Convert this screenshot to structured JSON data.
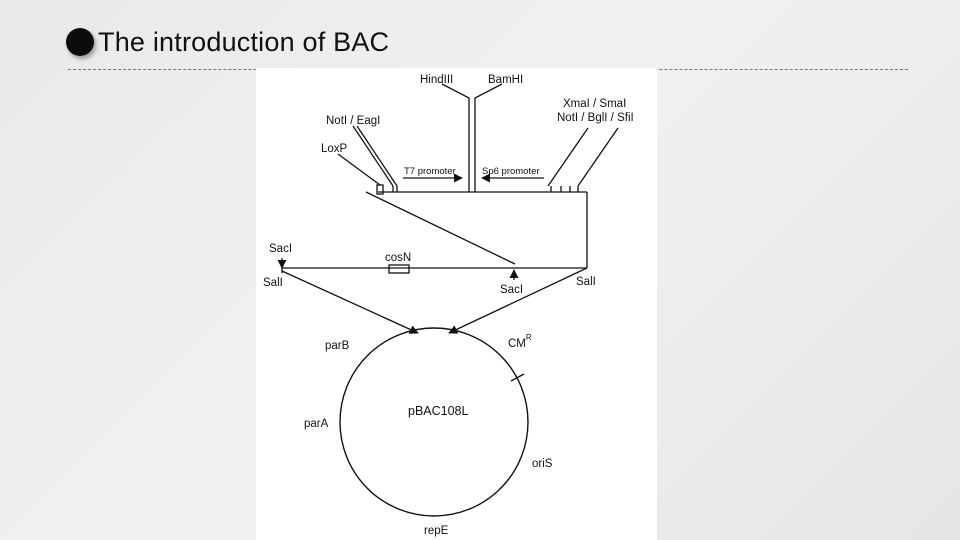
{
  "slide": {
    "title": "The introduction of BAC"
  },
  "diagram": {
    "sites_top": {
      "hindiii": "HindIII",
      "bamhi": "BamHI",
      "noti_eagi": "NotI / EagI",
      "loxp": "LoxP",
      "xmai_smai": "XmaI / SmaI",
      "noti_bgli_sfii": "NotI / BglI / SfiI"
    },
    "promoters": {
      "t7": "T7 promoter",
      "sp6": "Sp6 promoter"
    },
    "middle": {
      "saci_left": "SacI",
      "sali_left": "SalI",
      "cosn": "cosN",
      "saci_mid": "SacI",
      "sali_right": "SalI"
    },
    "plasmid": {
      "name": "pBAC108L",
      "parb": "parB",
      "para": "parA",
      "cmr": "CM",
      "cmr_sup": "R",
      "oris": "oriS",
      "repe": "repE"
    }
  }
}
